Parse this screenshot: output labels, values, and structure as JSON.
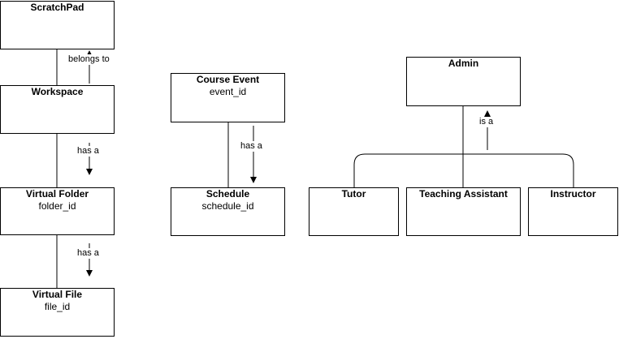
{
  "entities": {
    "scratchpad": {
      "title": "ScratchPad",
      "attribute": ""
    },
    "workspace": {
      "title": "Workspace",
      "attribute": ""
    },
    "virtual_folder": {
      "title": "Virtual Folder",
      "attribute": "folder_id"
    },
    "virtual_file": {
      "title": "Virtual File",
      "attribute": "file_id"
    },
    "course_event": {
      "title": "Course Event",
      "attribute": "event_id"
    },
    "schedule": {
      "title": "Schedule",
      "attribute": "schedule_id"
    },
    "admin": {
      "title": "Admin",
      "attribute": ""
    },
    "tutor": {
      "title": "Tutor",
      "attribute": ""
    },
    "teaching_assistant": {
      "title": "Teaching Assistant",
      "attribute": ""
    },
    "instructor": {
      "title": "Instructor",
      "attribute": ""
    }
  },
  "relationships": {
    "workspace_scratchpad": "belongs to",
    "workspace_folder": "has a",
    "folder_file": "has a",
    "event_schedule": "has a",
    "admin_roles": "is a"
  },
  "colors": {
    "line": "#000000",
    "box_border": "#000000",
    "background": "#ffffff"
  }
}
